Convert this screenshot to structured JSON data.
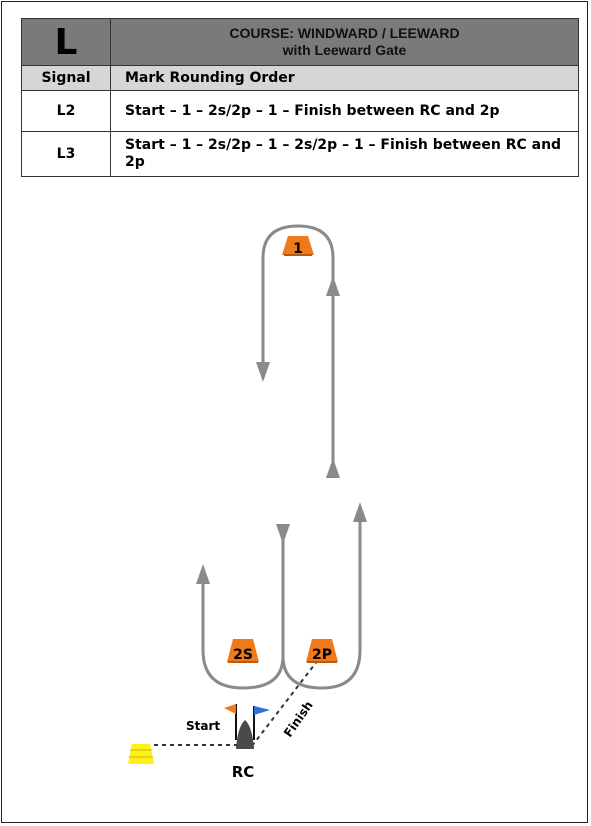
{
  "table": {
    "course_letter": "L",
    "title_line1": "COURSE: WINDWARD / LEEWARD",
    "title_line2": "with Leeward Gate",
    "col_signal": "Signal",
    "col_order": "Mark Rounding Order",
    "rows": [
      {
        "signal": "L2",
        "sequence": "Start – 1 – 2s/2p – 1 –  Finish between RC and 2p"
      },
      {
        "signal": "L3",
        "sequence": "Start – 1 – 2s/2p – 1 – 2s/2p – 1 – Finish between RC and 2p"
      }
    ]
  },
  "diagram": {
    "mark_1": "1",
    "mark_2s": "2S",
    "mark_2p": "2P",
    "start_label": "Start",
    "finish_label": "Finish",
    "rc_label": "RC",
    "colors": {
      "mark": "#f07a1a",
      "path": "#8a8a8a",
      "start_flag": "#f07a1a",
      "finish_flag": "#2f6fd6",
      "pin": "#ffef1a",
      "boat": "#4a4a4a"
    }
  }
}
